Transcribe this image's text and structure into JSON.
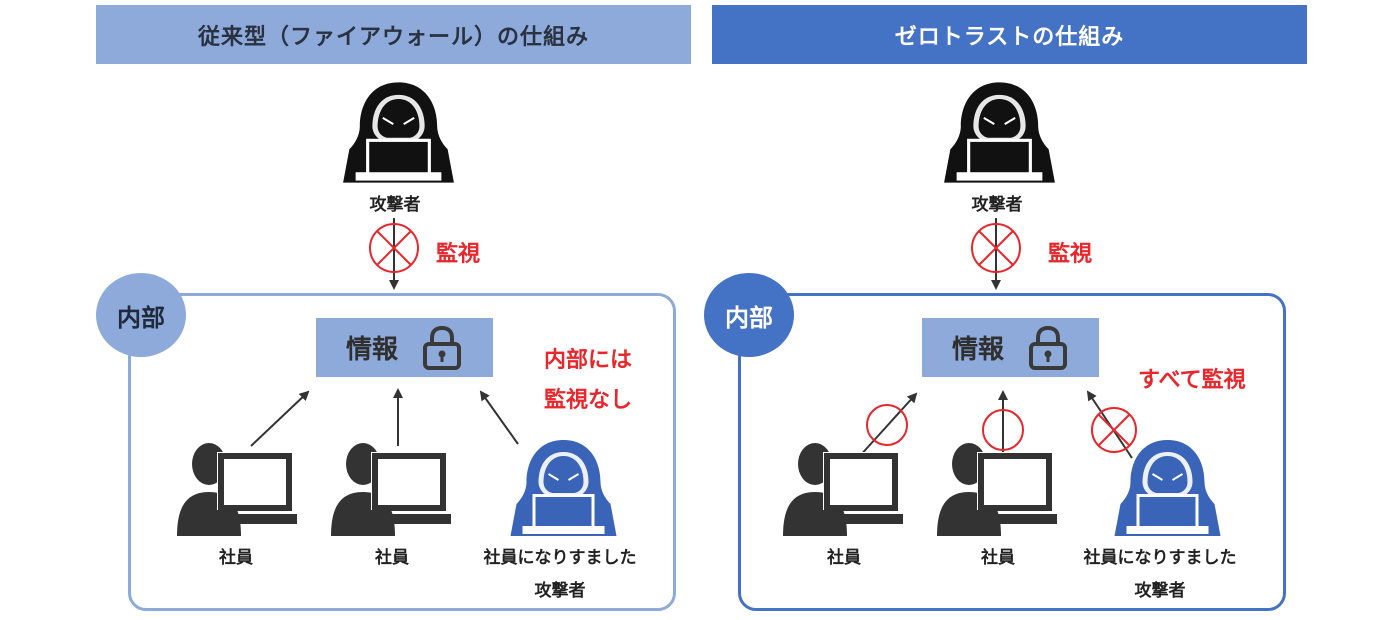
{
  "colors": {
    "light_blue": "#8eaadb",
    "blue": "#4472c4",
    "red": "#e8262b",
    "dark": "#222222",
    "hooded_blue": "#3a64b8"
  },
  "left_panel": {
    "title": "従来型（ファイアウォール）の仕組み",
    "attacker_label": "攻撃者",
    "monitor_label": "監視",
    "region_label": "内部",
    "info_label": "情報",
    "note_line1": "内部には",
    "note_line2": "監視なし",
    "employee1_label": "社員",
    "employee2_label": "社員",
    "impostor_label_line1": "社員になりすました",
    "impostor_label_line2": "攻撃者"
  },
  "right_panel": {
    "title": "ゼロトラストの仕組み",
    "attacker_label": "攻撃者",
    "monitor_label": "監視",
    "region_label": "内部",
    "info_label": "情報",
    "note": "すべて監視",
    "employee1_label": "社員",
    "employee2_label": "社員",
    "impostor_label_line1": "社員になりすました",
    "impostor_label_line2": "攻撃者"
  },
  "icons": {
    "attacker": "hooded-hacker-icon",
    "employee": "person-computer-icon",
    "impostor": "hooded-hacker-blue-icon",
    "lock": "padlock-icon",
    "blocked": "x-circle-icon",
    "allowed": "slashed-circle-icon"
  }
}
